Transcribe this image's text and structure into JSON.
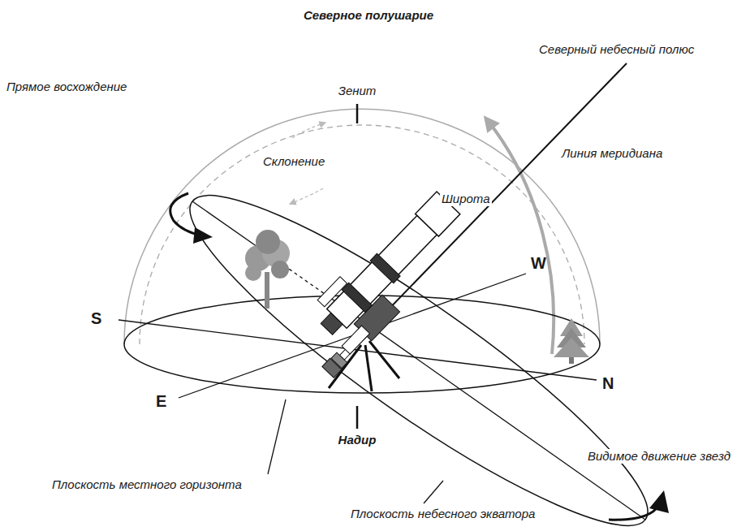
{
  "diagram": {
    "title": "Северное полушарие",
    "labels": [
      "Зенит",
      "Северный небесный полюс",
      "Прямое восхождение",
      "Склонение",
      "Линия меридиана",
      "Широта",
      "W",
      "S",
      "N",
      "E",
      "Видимое движение звезд",
      "Плоскость местного горизонта",
      "Надир",
      "Плоскость небесного экватора"
    ]
  }
}
